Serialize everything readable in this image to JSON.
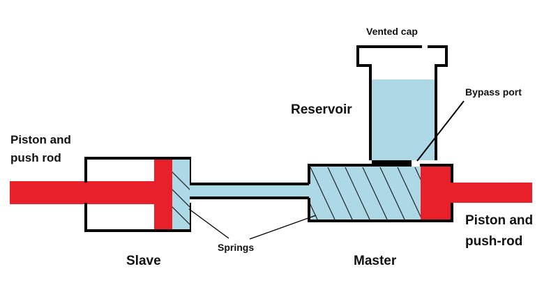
{
  "labels": {
    "vented_cap": "Vented cap",
    "bypass_port": "Bypass port",
    "reservoir": "Reservoir",
    "piston_left_line1": "Piston and",
    "piston_left_line2": "push rod",
    "piston_right_line1": "Piston and",
    "piston_right_line2": "push-rod",
    "springs": "Springs",
    "slave": "Slave",
    "master": "Master"
  },
  "colors": {
    "fluid": "#add8e6",
    "piston": "#e8202a",
    "outline": "#000000"
  }
}
